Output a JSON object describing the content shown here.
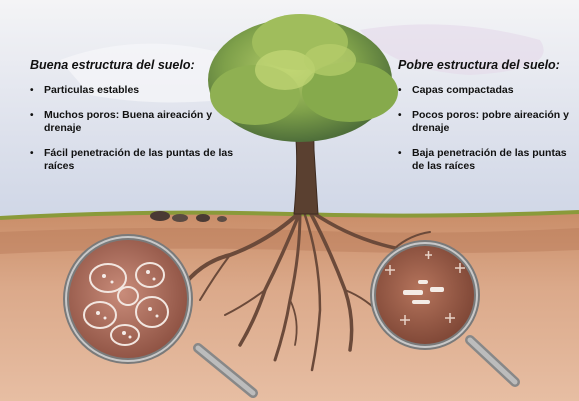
{
  "good_structure": {
    "title": "Buena estructura del suelo:",
    "bullets": [
      "Particulas estables",
      "Muchos poros: Buena aireación y drenaje",
      "Fácil penetración de las puntas de las raíces"
    ]
  },
  "poor_structure": {
    "title": "Pobre estructura del suelo:",
    "bullets": [
      "Capas compactadas",
      "Pocos poros: pobre aireación y drenaje",
      "Baja penetración de las puntas de las raíces"
    ]
  },
  "illustration": {
    "colors": {
      "sky": "#dfe3ee",
      "soil": "#d6a07f",
      "soil_dark": "#b77a58",
      "grass": "#8a9a3a",
      "foliage": "#7fa64a",
      "trunk": "#5a4030",
      "magnifier_rim": "#8a8a8a"
    }
  }
}
